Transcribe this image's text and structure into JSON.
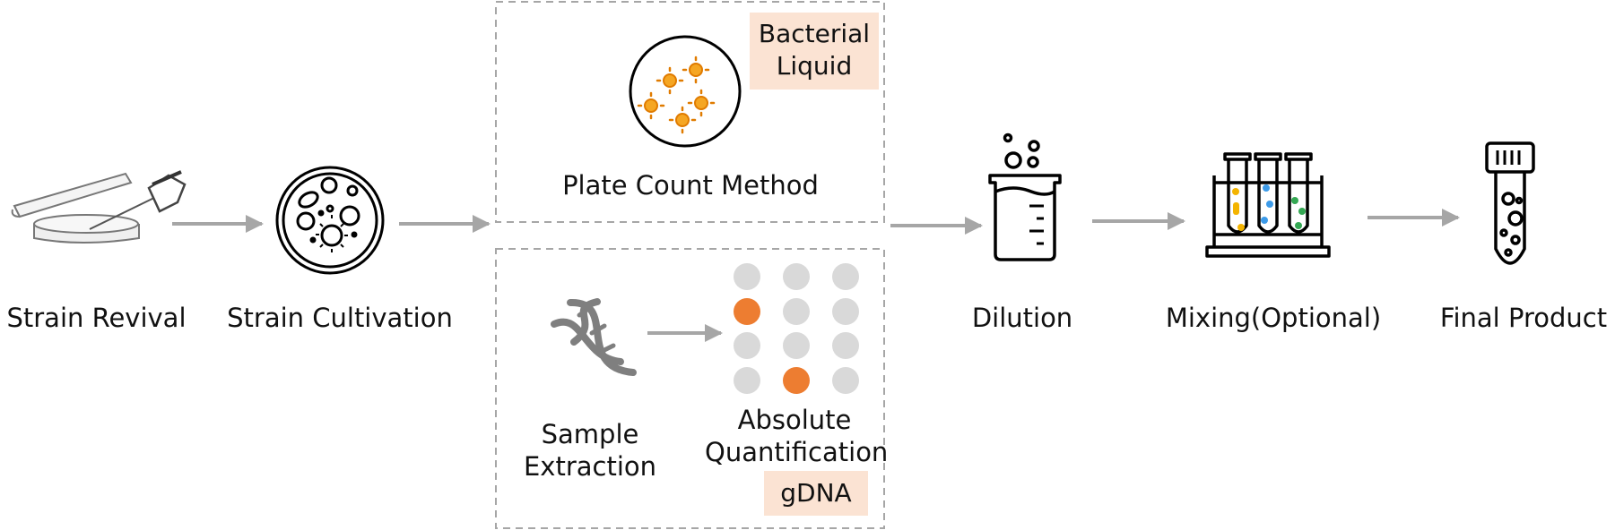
{
  "steps": {
    "strain_revival": "Strain Revival",
    "strain_cultivation": "Strain Cultivation",
    "dilution": "Dilution",
    "mixing": "Mixing(Optional)",
    "final_product": "Final Product"
  },
  "quantification": {
    "plate_count": {
      "label": "Plate Count Method",
      "tag_line1": "Bacterial",
      "tag_line2": "Liquid"
    },
    "gdna": {
      "sample_line1": "Sample",
      "sample_line2": "Extraction",
      "absolute_line1": "Absolute",
      "absolute_line2": "Quantification",
      "tag": "gDNA"
    }
  },
  "icons": [
    "petri-dish-with-pipette-icon",
    "cultured-colonies-icon",
    "bacteria-plate-icon",
    "dna-helix-icon",
    "dot-grid-icon",
    "beaker-icon",
    "test-tube-rack-icon",
    "sealed-test-tube-icon"
  ],
  "colors": {
    "arrow": "#a6a6a6",
    "tag_fill": "#fbe3d3",
    "dashed_border": "#a6a6a6",
    "dot_gray": "#d9d9d9",
    "dot_orange": "#ed7d31",
    "bacteria": "#f5a623",
    "tube_yellow": "#f4b400",
    "tube_blue": "#3d9be9",
    "tube_green": "#34a853"
  }
}
